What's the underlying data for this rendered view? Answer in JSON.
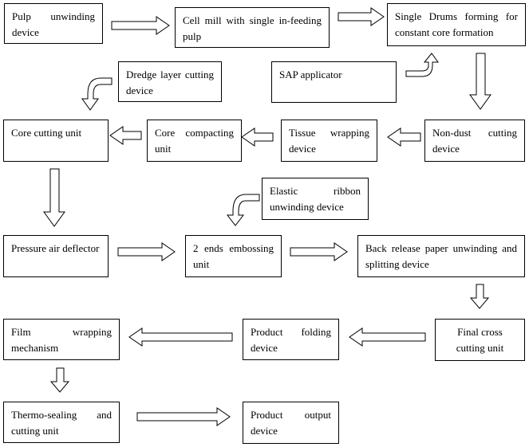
{
  "nodes": {
    "pulp_unwinding": "Pulp unwinding device",
    "cell_mill": "Cell mill with single in-feeding pulp",
    "single_drums": "Single Drums forming for constant core formation",
    "dredge_layer": "Dredge layer cutting device",
    "sap_applicator": "SAP applicator",
    "core_cutting": "Core cutting unit",
    "core_compacting": "Core compacting unit",
    "tissue_wrapping": "Tissue wrapping device",
    "non_dust_cutting": "Non-dust cutting device",
    "elastic_ribbon": "Elastic ribbon unwinding device",
    "pressure_air": "Pressure air deflector",
    "two_ends_embossing": "2 ends embossing unit",
    "back_release": "Back release paper unwinding and splitting device",
    "film_wrapping": "Film wrapping mechanism",
    "product_folding": "Product folding device",
    "final_cross": "Final cross cutting unit",
    "thermo_sealing": "Thermo-sealing and cutting unit",
    "product_output": "Product output device"
  }
}
